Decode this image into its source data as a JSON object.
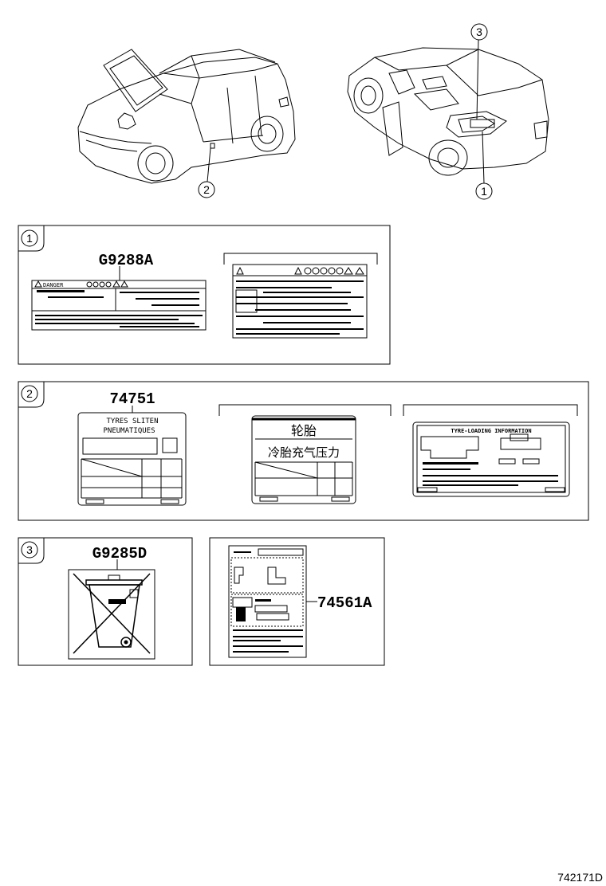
{
  "callouts": {
    "one": "1",
    "two": "2",
    "three": "3"
  },
  "labels": {
    "g9288a": "G9288A",
    "p74751": "74751",
    "g9285d": "G9285D",
    "p74561a": "74561A"
  },
  "label_text": {
    "danger": "DANGER",
    "tyres_line1": "TYRES  SLITEN",
    "tyres_line2": "PNEUMATIQUES",
    "cn_line1": "轮胎",
    "cn_line2": "冷胎充气压力",
    "tire_loading": "TYRE-LOADING  INFORMATION"
  },
  "diagram_code": "742171D"
}
